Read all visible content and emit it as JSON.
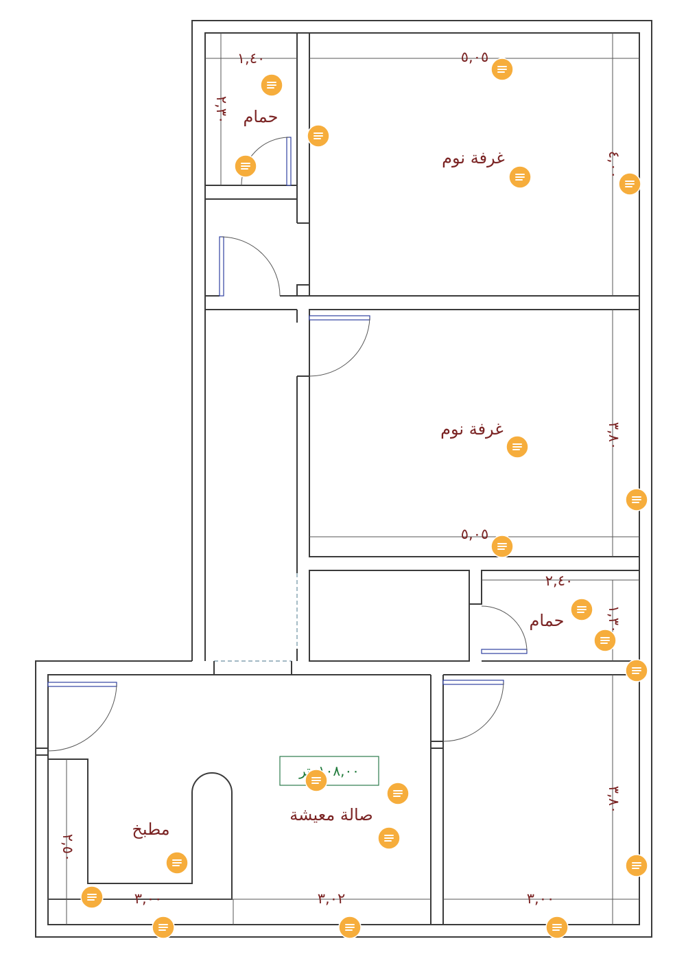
{
  "rooms": {
    "bath_top": "حمام",
    "bedroom_1": "غرفة نوم",
    "bedroom_2": "غرفة نوم",
    "bath_mid": "حمام",
    "living": "صالة معيشة",
    "kitchen": "مطبخ"
  },
  "dimensions": {
    "bath_top_width": "١,٤٠",
    "bath_top_depth": "٢,٣٠",
    "bedroom_1_width": "٥,٠٥",
    "bedroom_1_depth": "٤,٠٠",
    "bedroom_2_depth": "٣,٨٠",
    "bedroom_2_width": "٥,٠٥",
    "bath_mid_width": "٢,٤٠",
    "bath_mid_depth": "١,٣٠",
    "right_room_depth": "٣,٨٠",
    "kitchen_depth": "٢,٥٠",
    "bottom_left": "٣,٠٠",
    "bottom_middle": "٣,٠٢",
    "bottom_right": "٣,٠٠"
  },
  "area_label": "١٠٨,٠٠متر",
  "note_icon": "comment-note-icon",
  "colors": {
    "label": "#7a2323",
    "area": "#1f7a3a",
    "note": "#f6ad3c",
    "door": "#3040a0"
  }
}
